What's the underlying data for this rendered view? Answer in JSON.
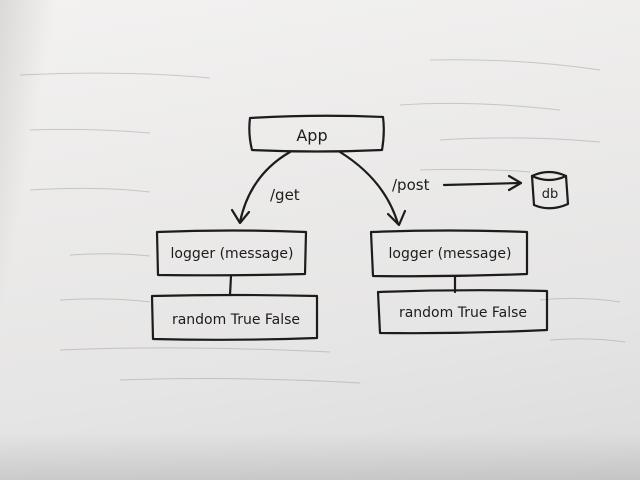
{
  "diagram": {
    "root": {
      "label": "App"
    },
    "routes": [
      {
        "label": "/get"
      },
      {
        "label": "/post"
      }
    ],
    "left_branch": {
      "logger": "logger (message)",
      "random": "random True False"
    },
    "right_branch": {
      "logger": "logger (message)",
      "random": "random True False"
    },
    "database": {
      "label": "db"
    }
  }
}
